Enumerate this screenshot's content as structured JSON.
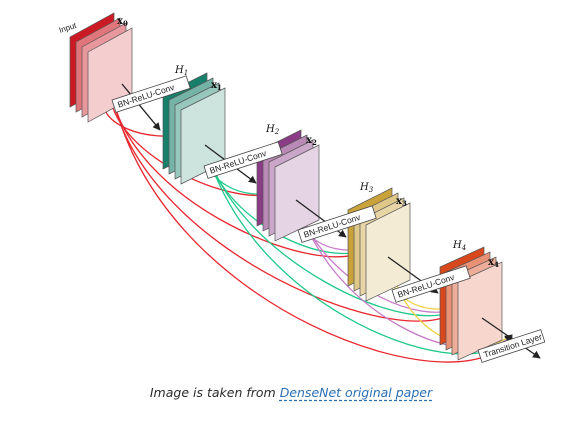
{
  "diagram": {
    "input_label": "Input",
    "stages": [
      {
        "x_label": "x",
        "x_sub": "0"
      },
      {
        "h_label": "H",
        "h_sub": "1",
        "x_label": "x",
        "x_sub": "1",
        "op_label": "BN-ReLU-Conv"
      },
      {
        "h_label": "H",
        "h_sub": "2",
        "x_label": "x",
        "x_sub": "2",
        "op_label": "BN-ReLU-Conv"
      },
      {
        "h_label": "H",
        "h_sub": "3",
        "x_label": "x",
        "x_sub": "3",
        "op_label": "BN-ReLU-Conv"
      },
      {
        "h_label": "H",
        "h_sub": "4",
        "x_label": "x",
        "x_sub": "4",
        "op_label": "BN-ReLU-Conv"
      }
    ],
    "transition_label": "Transition Layer",
    "colors": {
      "stage0": "#cc1a25",
      "stage1": "#17806b",
      "stage2": "#8a3c86",
      "stage3": "#c9a23a",
      "stage4": "#d9481d",
      "arrow_x0": "#e8262e",
      "arrow_x1": "#1fc98a",
      "arrow_x2": "#c77bc8",
      "arrow_x3": "#f0d040"
    }
  },
  "caption": {
    "prefix": "Image is taken from ",
    "link_text": "DenseNet original paper"
  }
}
